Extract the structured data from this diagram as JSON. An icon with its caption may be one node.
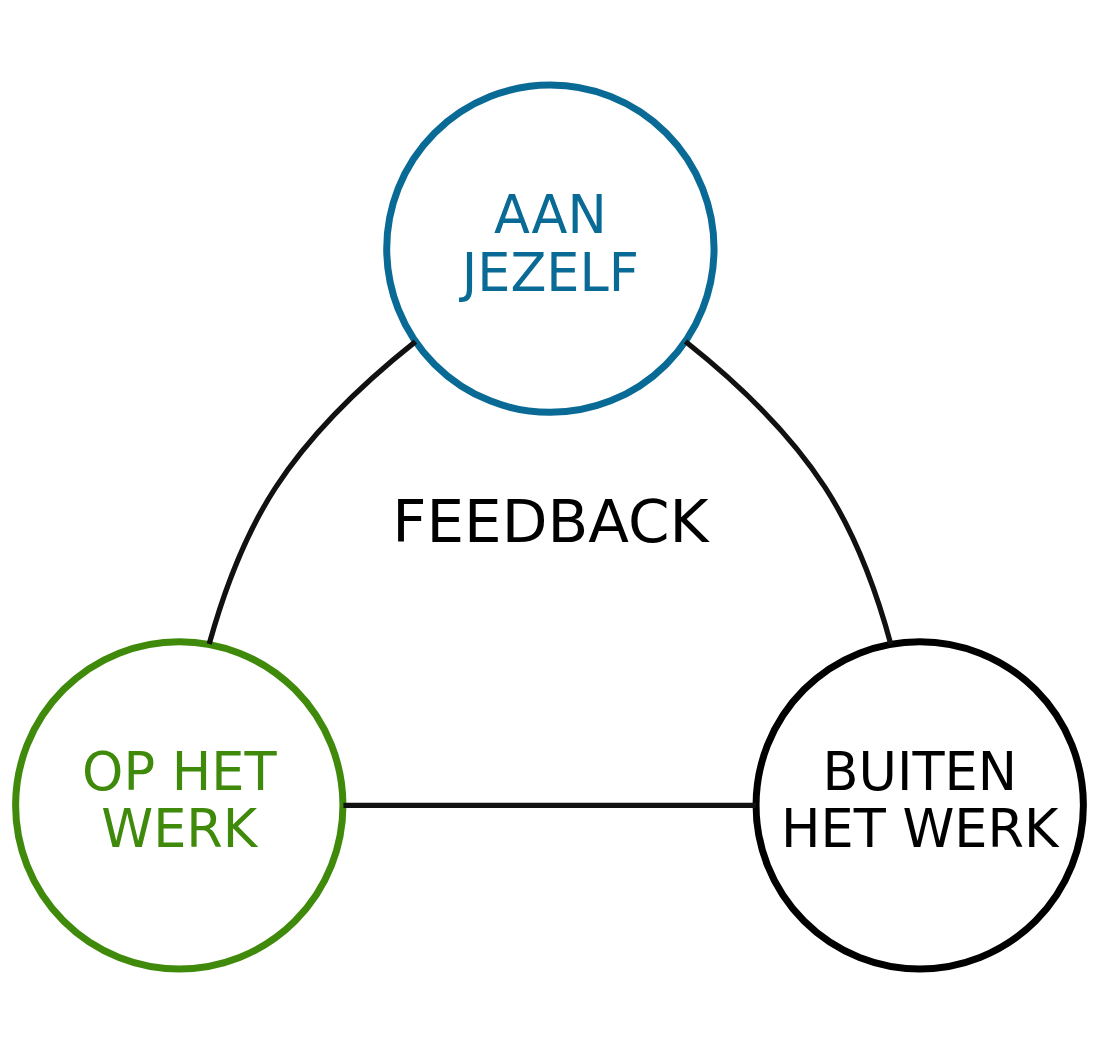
{
  "diagram": {
    "nodes": [
      {
        "text": [
          "AAN JEZELF"
        ]
      },
      {
        "text": [
          "OP HET WERK"
        ]
      },
      {
        "text": [
          "BUITEN HET WERK"
        ]
      }
    ],
    "edges": [
      {
        "from": 0,
        "to": 1,
        "arrow": "none"
      },
      {
        "from": 0,
        "to": 2,
        "arrow": "none"
      },
      {
        "from": 1,
        "to": 2,
        "arrow": "none"
      }
    ],
    "labels": [
      "FEEDBACK"
    ]
  }
}
